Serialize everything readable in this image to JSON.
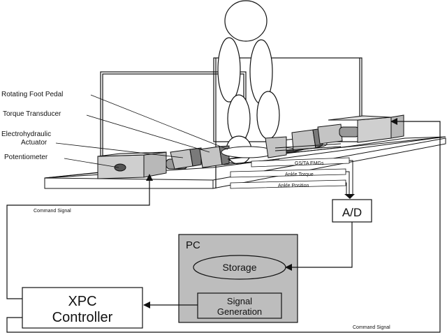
{
  "labels": {
    "rotating_foot_pedal": "Rotating Foot Pedal",
    "torque_transducer": "Torque Transducer",
    "electrohydraulic_line1": "Electrohydraulic",
    "electrohydraulic_line2": "Actuator",
    "potentiometer": "Potentiometer",
    "gs_ta_emgs": "GS/TA EMGs",
    "ankle_torque": "Ankle Torque",
    "ankle_position": "Ankle Position",
    "command_signal_left": "Command Signal",
    "command_signal_bottom": "Command Signal"
  },
  "blocks": {
    "ad": "A/D",
    "pc": "PC",
    "storage": "Storage",
    "signal_generation_line1": "Signal",
    "signal_generation_line2": "Generation",
    "xpc_line1": "XPC",
    "xpc_line2": "Controller"
  },
  "colors": {
    "line": "#111111",
    "pc_fill": "#bdbdbd",
    "device_fill": "#cfcfcf",
    "device_dark": "#7a7a7a"
  }
}
